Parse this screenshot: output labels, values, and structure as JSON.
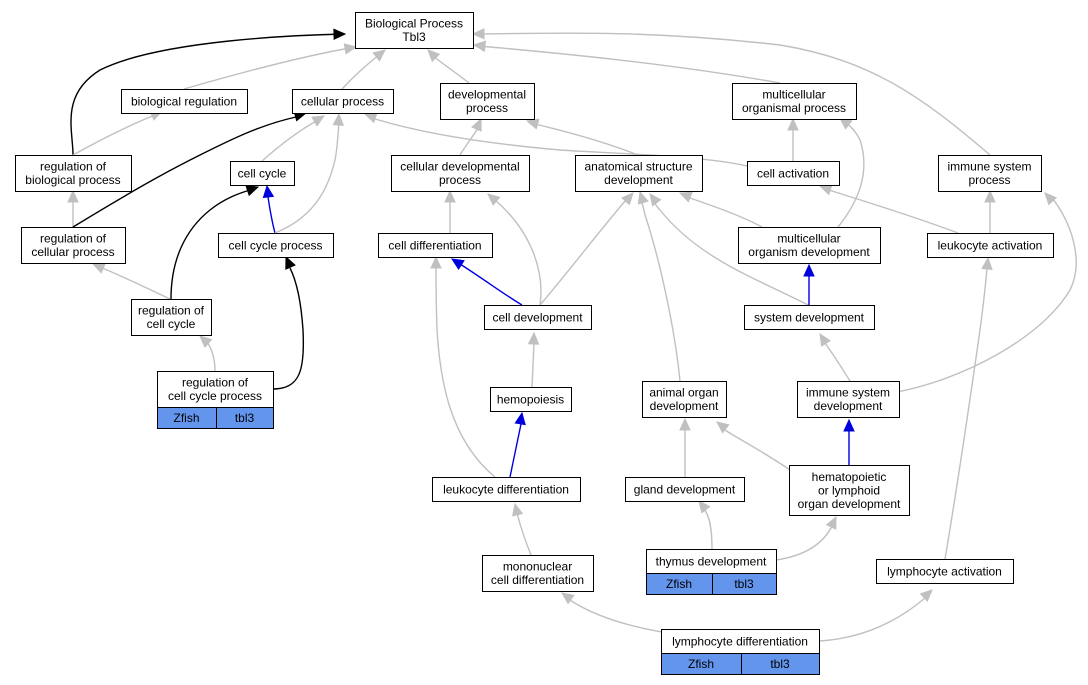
{
  "colors": {
    "edge_gray": "#c0c0c0",
    "edge_black": "#000000",
    "edge_blue": "#0000dd",
    "tag_fill": "#6495ed"
  },
  "nodes": {
    "bp": {
      "lines": [
        "Biological Process",
        "Tbl3"
      ]
    },
    "breg": {
      "lines": [
        "biological regulation"
      ]
    },
    "cp": {
      "lines": [
        "cellular process"
      ]
    },
    "dp": {
      "lines": [
        "developmental",
        "process"
      ]
    },
    "mop": {
      "lines": [
        "multicellular",
        "organismal process"
      ]
    },
    "rbp": {
      "lines": [
        "regulation of",
        "biological process"
      ]
    },
    "cc": {
      "lines": [
        "cell cycle"
      ]
    },
    "cdp": {
      "lines": [
        "cellular developmental",
        "process"
      ]
    },
    "asd": {
      "lines": [
        "anatomical structure",
        "development"
      ]
    },
    "ca": {
      "lines": [
        "cell activation"
      ]
    },
    "isp": {
      "lines": [
        "immune system",
        "process"
      ]
    },
    "rcp": {
      "lines": [
        "regulation of",
        "cellular process"
      ]
    },
    "ccp": {
      "lines": [
        "cell cycle process"
      ]
    },
    "cd": {
      "lines": [
        "cell differentiation"
      ]
    },
    "mod": {
      "lines": [
        "multicellular",
        "organism development"
      ]
    },
    "la": {
      "lines": [
        "leukocyte activation"
      ]
    },
    "rcc": {
      "lines": [
        "regulation of",
        "cell cycle"
      ]
    },
    "cdev": {
      "lines": [
        "cell development"
      ]
    },
    "sd": {
      "lines": [
        "system development"
      ]
    },
    "rccp": {
      "lines": [
        "regulation of",
        "cell cycle process"
      ],
      "tags": [
        "Zfish",
        "tbl3"
      ]
    },
    "hemo": {
      "lines": [
        "hemopoiesis"
      ]
    },
    "aod": {
      "lines": [
        "animal organ",
        "development"
      ]
    },
    "isd": {
      "lines": [
        "immune system",
        "development"
      ]
    },
    "ld": {
      "lines": [
        "leukocyte differentiation"
      ]
    },
    "gd": {
      "lines": [
        "gland development"
      ]
    },
    "hlod": {
      "lines": [
        "hematopoietic",
        "or lymphoid",
        "organ development"
      ]
    },
    "mcd": {
      "lines": [
        "mononuclear",
        "cell differentiation"
      ]
    },
    "td": {
      "lines": [
        "thymus development"
      ],
      "tags": [
        "Zfish",
        "tbl3"
      ]
    },
    "lyact": {
      "lines": [
        "lymphocyte activation"
      ]
    },
    "lyd": {
      "lines": [
        "lymphocyte differentiation"
      ],
      "tags": [
        "Zfish",
        "tbl3"
      ]
    }
  }
}
